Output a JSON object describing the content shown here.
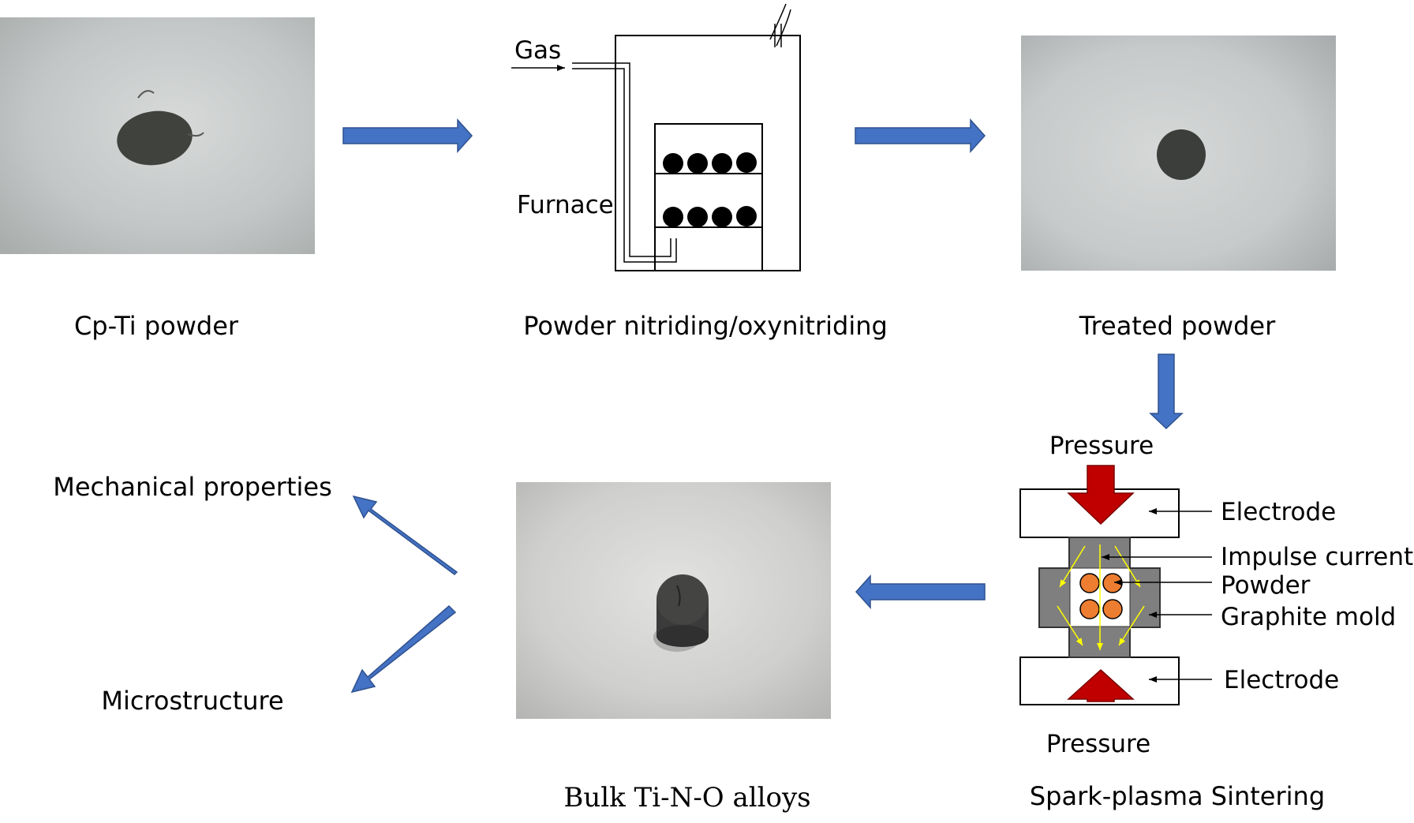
{
  "labels": {
    "cp_ti_powder": "Cp-Ti powder",
    "nitriding": "Powder nitriding/oxynitriding",
    "treated_powder": "Treated powder",
    "gas": "Gas",
    "furnace": "Furnace",
    "pressure_top": "Pressure",
    "pressure_bottom": "Pressure",
    "electrode_top": "Electrode",
    "electrode_bottom": "Electrode",
    "impulse_current": "Impulse current",
    "powder": "Powder",
    "graphite_mold": "Graphite mold",
    "mechanical_properties": "Mechanical properties",
    "microstructure": "Microstructure",
    "bulk_alloys": "Bulk Ti-N-O alloys",
    "sps": "Spark-plasma Sintering"
  },
  "colors": {
    "flow_arrow": "#4472C4",
    "flow_arrow_stroke": "#2F528F",
    "pressure_arrow": "#C00000",
    "mold": "#7F7F7F",
    "powder_particle": "#ED7D31",
    "current_arrow": "#FFFF00"
  }
}
